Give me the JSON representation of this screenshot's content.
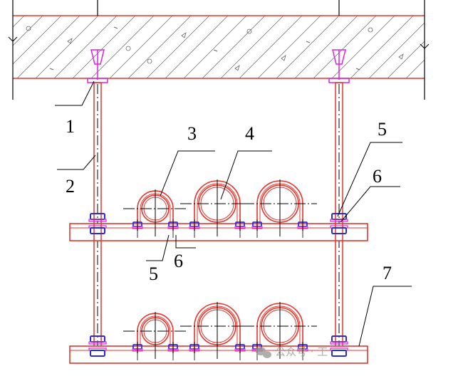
{
  "colors": {
    "slab_line": "#e8342c",
    "concrete_hatch": "#666666",
    "rod": "#e8342c",
    "channel": "#e8342c",
    "nut": "#2b2bd6",
    "washer": "#e020e0",
    "anchor": "#e020e0",
    "pipe": "#e8342c",
    "centerline": "#000000",
    "leader": "#000000",
    "watermark": "#9a9a9a"
  },
  "callouts": {
    "c1": "1",
    "c2": "2",
    "c3": "3",
    "c4": "4",
    "c5_top": "5",
    "c6_top": "6",
    "c5_bottom": "5",
    "c6_bottom": "6",
    "c7": "7"
  },
  "watermark": {
    "icon": "wechat-icon",
    "text": "公众号 · 工"
  }
}
